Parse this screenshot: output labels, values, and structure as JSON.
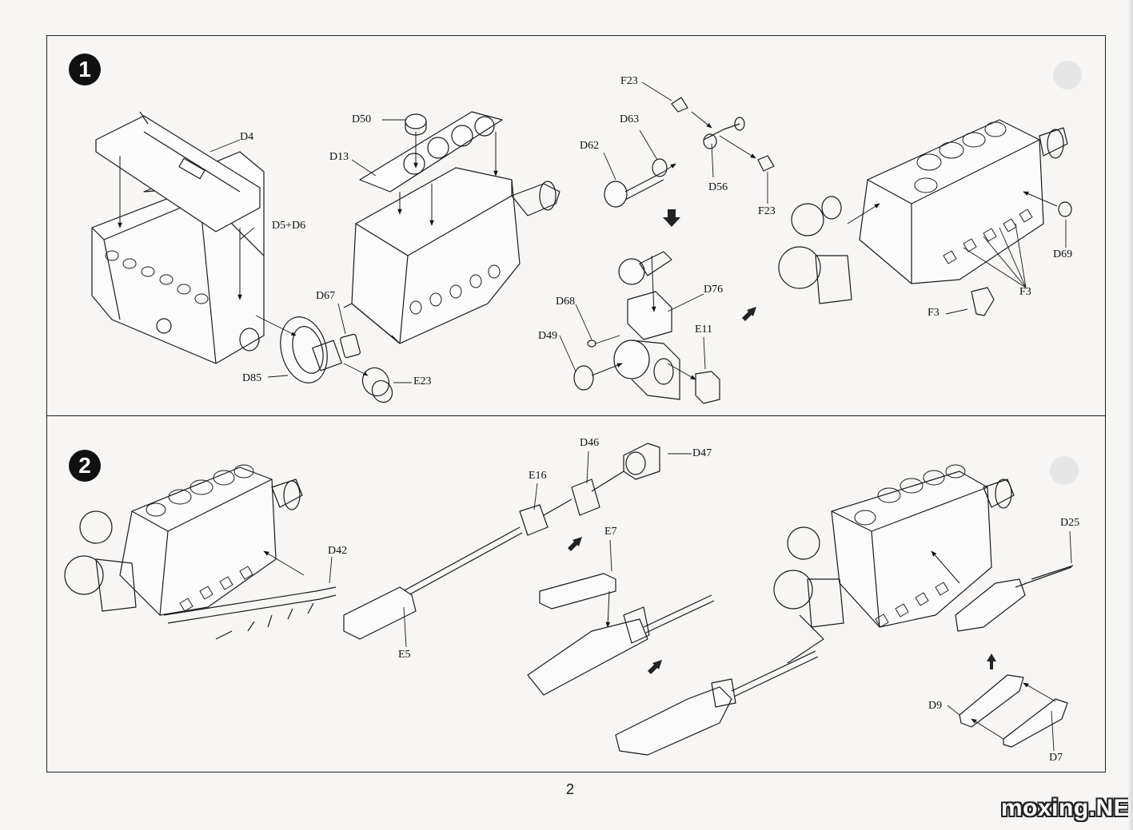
{
  "page": {
    "number": "2",
    "watermark": "moxing.NET"
  },
  "steps": [
    {
      "badge": "1",
      "labels": {
        "D4": "D4",
        "D5D6": "D5+D6",
        "D50": "D50",
        "D13": "D13",
        "D67": "D67",
        "D85": "D85",
        "E23": "E23",
        "F23a": "F23",
        "D63": "D63",
        "D62": "D62",
        "D56": "D56",
        "F23b": "F23",
        "D68": "D68",
        "D76": "D76",
        "D49": "D49",
        "E11": "E11",
        "D69": "D69",
        "F3a": "F3",
        "F3b": "F3"
      }
    },
    {
      "badge": "2",
      "labels": {
        "D42": "D42",
        "E5": "E5",
        "E16": "E16",
        "D46": "D46",
        "D47": "D47",
        "E7": "E7",
        "D25": "D25",
        "D9": "D9",
        "D7": "D7"
      }
    }
  ],
  "icons": {
    "step_badge": "filled-circle-number",
    "arrow": "down-right-arrow"
  },
  "colors": {
    "ink": "#111111",
    "paper": "#f7f6f4",
    "badge": "#111111"
  }
}
